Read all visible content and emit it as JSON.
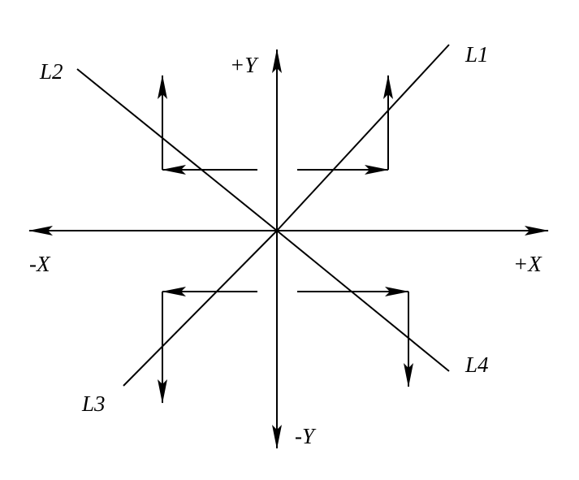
{
  "diagram": {
    "stroke_color": "#000000",
    "background": "#ffffff",
    "axis_labels": {
      "pos_y": "+Y",
      "neg_y": "-Y",
      "neg_x": "-X",
      "pos_x": "+X"
    },
    "line_labels": {
      "l1": "L1",
      "l2": "L2",
      "l3": "L3",
      "l4": "L4"
    }
  }
}
